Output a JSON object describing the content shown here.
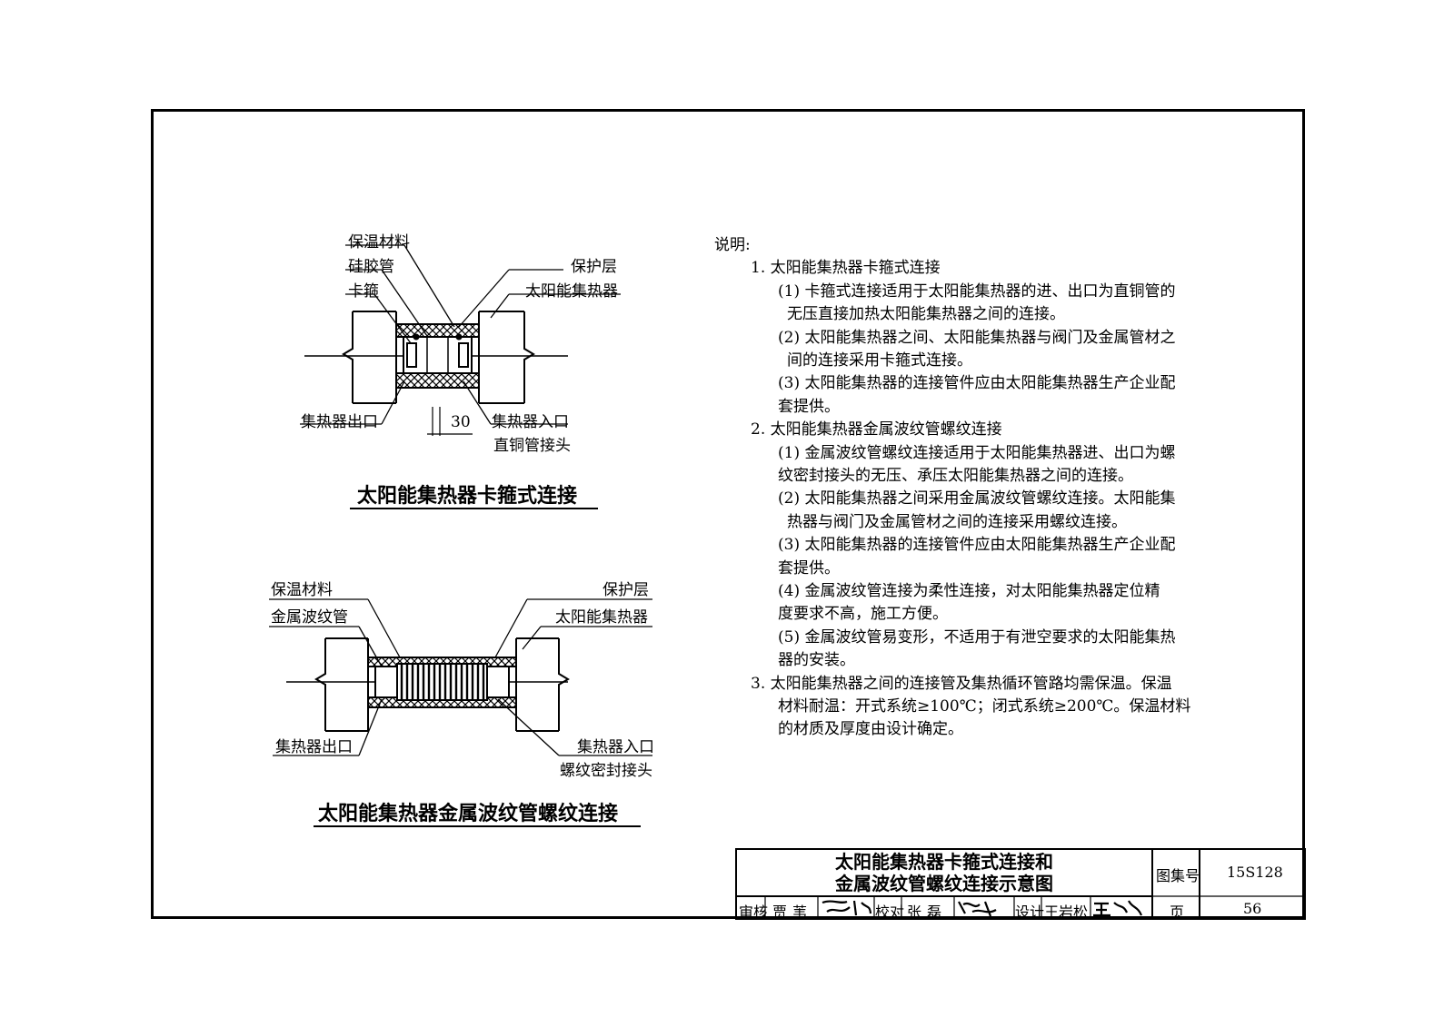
{
  "figure1": {
    "labels": {
      "insulation": "保温材料",
      "silicone_tube": "硅胶管",
      "clamp": "卡箍",
      "protective_layer": "保护层",
      "collector": "太阳能集热器",
      "outlet": "集热器出口",
      "inlet": "集热器入口",
      "copper_joint": "直铜管接头",
      "dimension": "30"
    },
    "caption": "太阳能集热器卡箍式连接"
  },
  "figure2": {
    "labels": {
      "insulation": "保温材料",
      "bellows": "金属波纹管",
      "protective_layer": "保护层",
      "collector": "太阳能集热器",
      "outlet": "集热器出口",
      "inlet": "集热器入口",
      "thread_joint": "螺纹密封接头"
    },
    "caption": "太阳能集热器金属波纹管螺纹连接"
  },
  "notes": {
    "heading": "说明:",
    "lines": [
      "1.  太阳能集热器卡箍式连接",
      "(1)  卡箍式连接适用于太阳能集热器的进、出口为直铜管的",
      "无压直接加热太阳能集热器之间的连接。",
      "(2)  太阳能集热器之间、太阳能集热器与阀门及金属管材之",
      "间的连接采用卡箍式连接。",
      "(3)  太阳能集热器的连接管件应由太阳能集热器生产企业配",
      "套提供。",
      "2.  太阳能集热器金属波纹管螺纹连接",
      "(1)  金属波纹管螺纹连接适用于太阳能集热器进、出口为螺",
      "纹密封接头的无压、承压太阳能集热器之间的连接。",
      "(2)  太阳能集热器之间采用金属波纹管螺纹连接。太阳能集",
      "热器与阀门及金属管材之间的连接采用螺纹连接。",
      "(3)  太阳能集热器的连接管件应由太阳能集热器生产企业配",
      "套提供。",
      "(4)  金属波纹管连接为柔性连接，对太阳能集热器定位精",
      "度要求不高，施工方便。",
      "(5)  金属波纹管易变形，不适用于有泄空要求的太阳能集热",
      "器的安装。",
      "3.  太阳能集热器之间的连接管及集热循环管路均需保温。保温",
      "材料耐温：开式系统≥100℃；闭式系统≥200℃。保温材料",
      "的材质及厚度由设计确定。"
    ]
  },
  "title_block": {
    "title_line1": "太阳能集热器卡箍式连接和",
    "title_line2": "金属波纹管螺纹连接示意图",
    "atlas_label": "图集号",
    "atlas_no": "15S128",
    "review_label": "审核",
    "review_name": "贾苇",
    "check_label": "校对",
    "check_name": "张磊",
    "design_label": "设计",
    "design_name": "王岩松",
    "page_label": "页",
    "page_no": "56"
  }
}
